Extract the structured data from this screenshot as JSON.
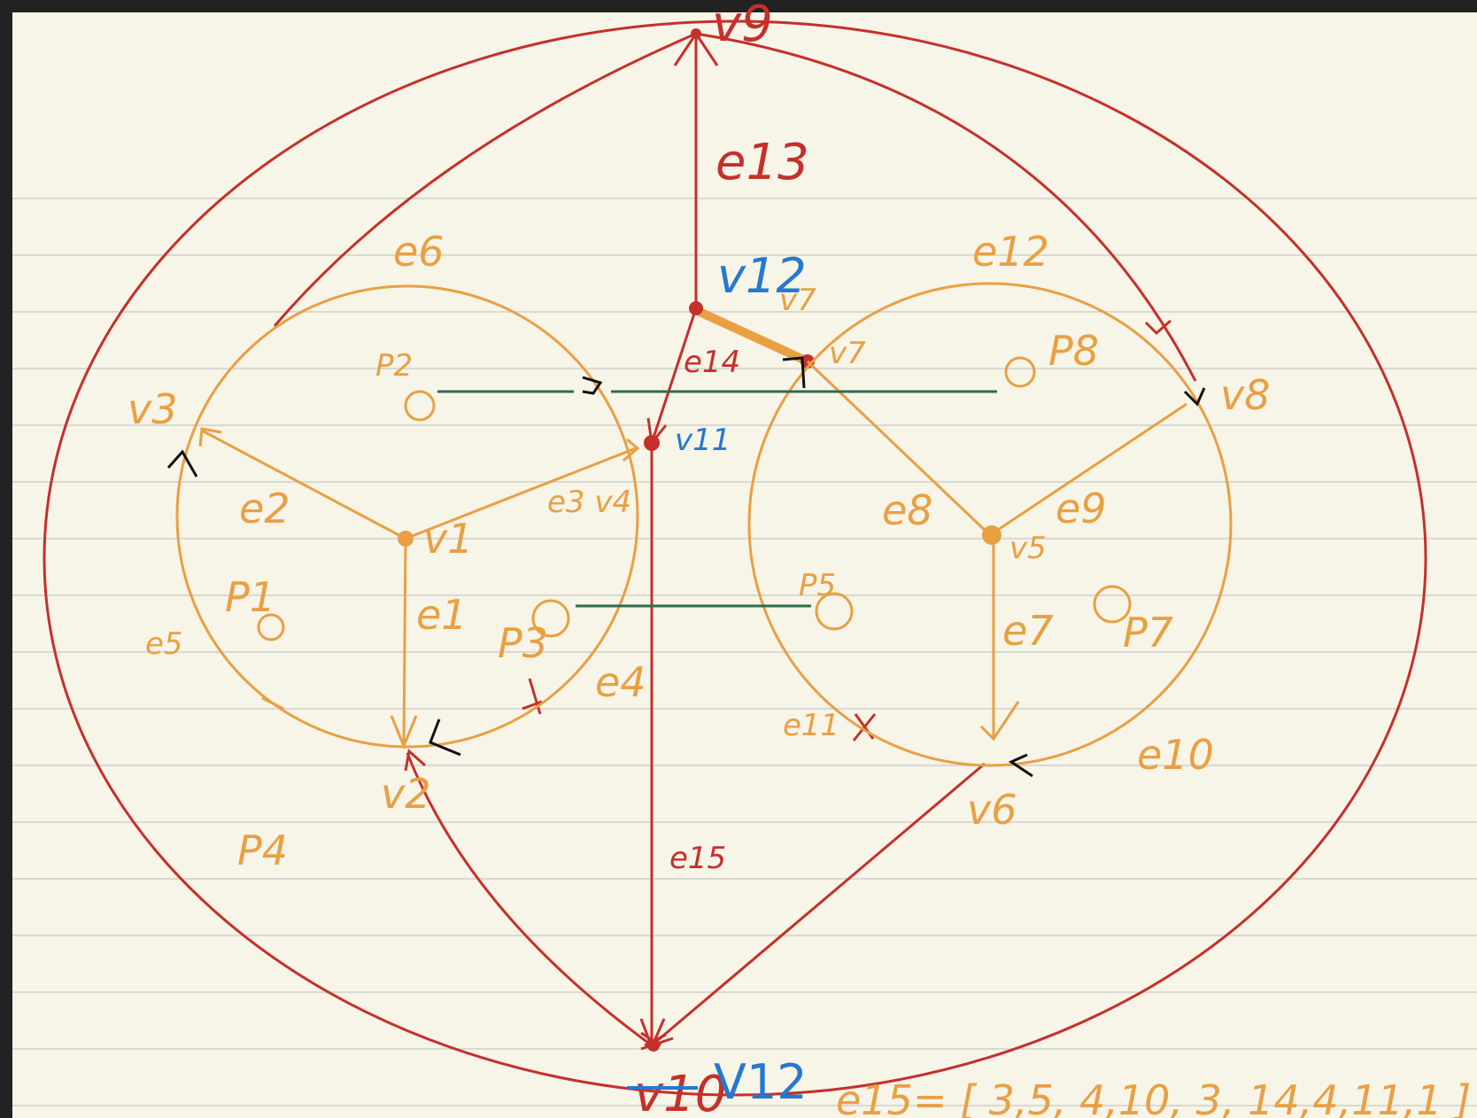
{
  "colors": {
    "paper": "#f7f4e8",
    "rule_line": "#d9d9d4",
    "orange": "#e8a043",
    "red": "#c5302b",
    "green": "#2f6b4f",
    "blue": "#2478d0",
    "black": "#111111",
    "frame": "#222222"
  },
  "labels": {
    "v9": "v9",
    "e13": "e13",
    "e6": "e6",
    "e12": "e12",
    "v12_top": "v12",
    "v7_small": "v7",
    "p2": "P2",
    "e14": "e14",
    "v7": "v7",
    "p8": "P8",
    "v8": "v8",
    "v3": "v3",
    "v11": "v11",
    "e2": "e2",
    "e3v4": "e3 v4",
    "v1": "v1",
    "e8": "e8",
    "e9": "e9",
    "v5": "v5",
    "p1": "P1",
    "e1": "e1",
    "e5": "e5",
    "p3": "P3",
    "p5": "P5",
    "e7": "e7",
    "p7": "P7",
    "e4": "e4",
    "e11": "e11",
    "e10": "e10",
    "v2": "v2",
    "v6": "v6",
    "p4": "P4",
    "e15": "e15",
    "v10_struck": "v10",
    "v12_bottom": "V12",
    "sequence": "e15= [ 3,5, 4,10, 3, 14,4,11,1 ]"
  }
}
